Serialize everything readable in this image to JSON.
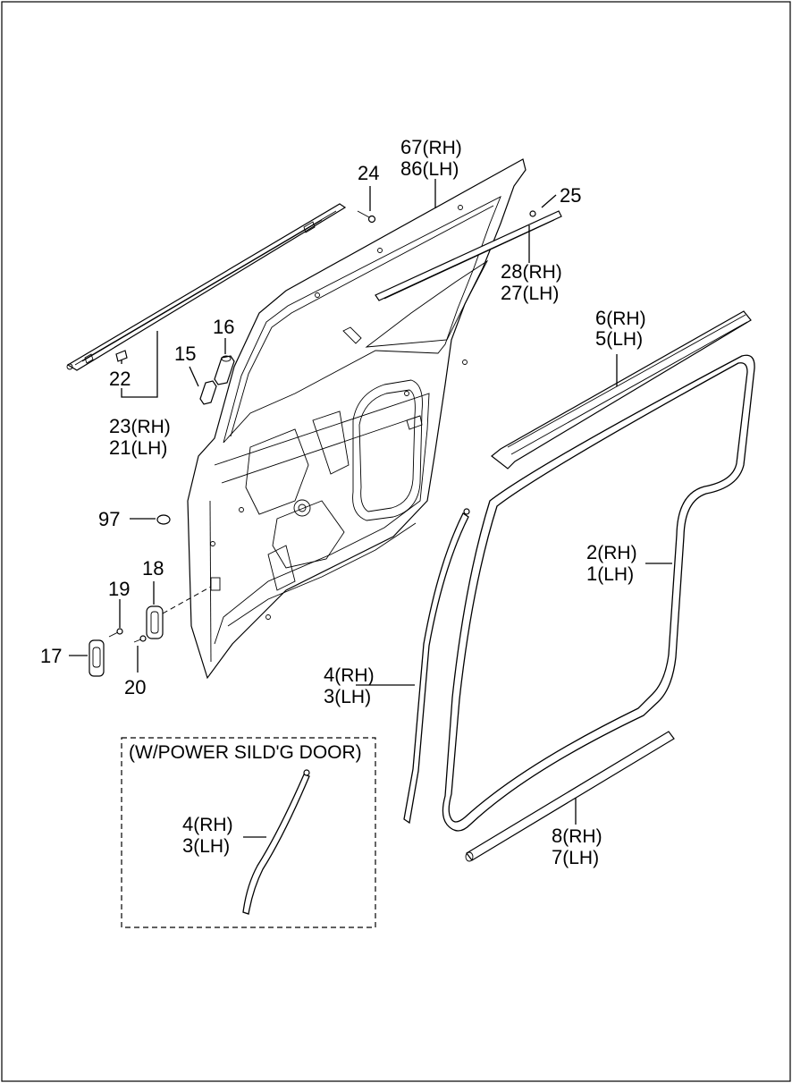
{
  "labels": {
    "p67_86": [
      "67",
      "(RH)",
      "86",
      "(LH)"
    ],
    "p24": "24",
    "p25": "25",
    "p28_27": [
      "28",
      "(RH)",
      "27",
      "(LH)"
    ],
    "p6_5": [
      "6",
      "(RH)",
      "5",
      "(LH)"
    ],
    "p16": "16",
    "p15": "15",
    "p22": "22",
    "p23_21": [
      "23",
      "(RH)",
      "21",
      "(LH)"
    ],
    "p97": "97",
    "p2_1": [
      "2",
      "(RH)",
      "1",
      "(LH)"
    ],
    "p18": "18",
    "p19": "19",
    "p17": "17",
    "p20": "20",
    "p4_3_main": [
      "4",
      "(RH)",
      "3",
      "(LH)"
    ],
    "p8_7": [
      "8",
      "(RH)",
      "7",
      "(LH)"
    ],
    "power_box_title": "(W/POWER SILD'G DOOR)",
    "p4_3_box": [
      "4",
      "(RH)",
      "3",
      "(LH)"
    ]
  }
}
